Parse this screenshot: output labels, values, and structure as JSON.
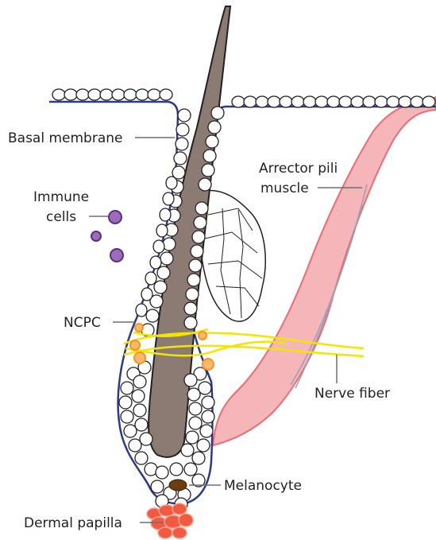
{
  "labels": {
    "basal_membrane": "Basal membrane",
    "immune_cells_line1": "Immune",
    "immune_cells_line2": "cells",
    "arrector_line1": "Arrector pili",
    "arrector_line2": "muscle",
    "ncpc": "NCPC",
    "nerve_fiber": "Nerve fiber",
    "melanocyte": "Melanocyte",
    "dermal_papilla": "Dermal papilla"
  },
  "colors": {
    "membrane": "#2b3990",
    "hair_shaft": "#8c7b73",
    "hair_outline": "#231f20",
    "muscle_fill": "#f4b6b9",
    "muscle_edge": "#ee6b73",
    "nerve": "#f2e600",
    "ncpc": "#f7941d",
    "immune_fill": "#9b6cb7",
    "immune_edge": "#5b2d83",
    "melanocyte": "#6b3c10",
    "papilla_fill": "#f15a40",
    "papilla_edge": "#f7a08c",
    "leader": "#6d6e71"
  }
}
